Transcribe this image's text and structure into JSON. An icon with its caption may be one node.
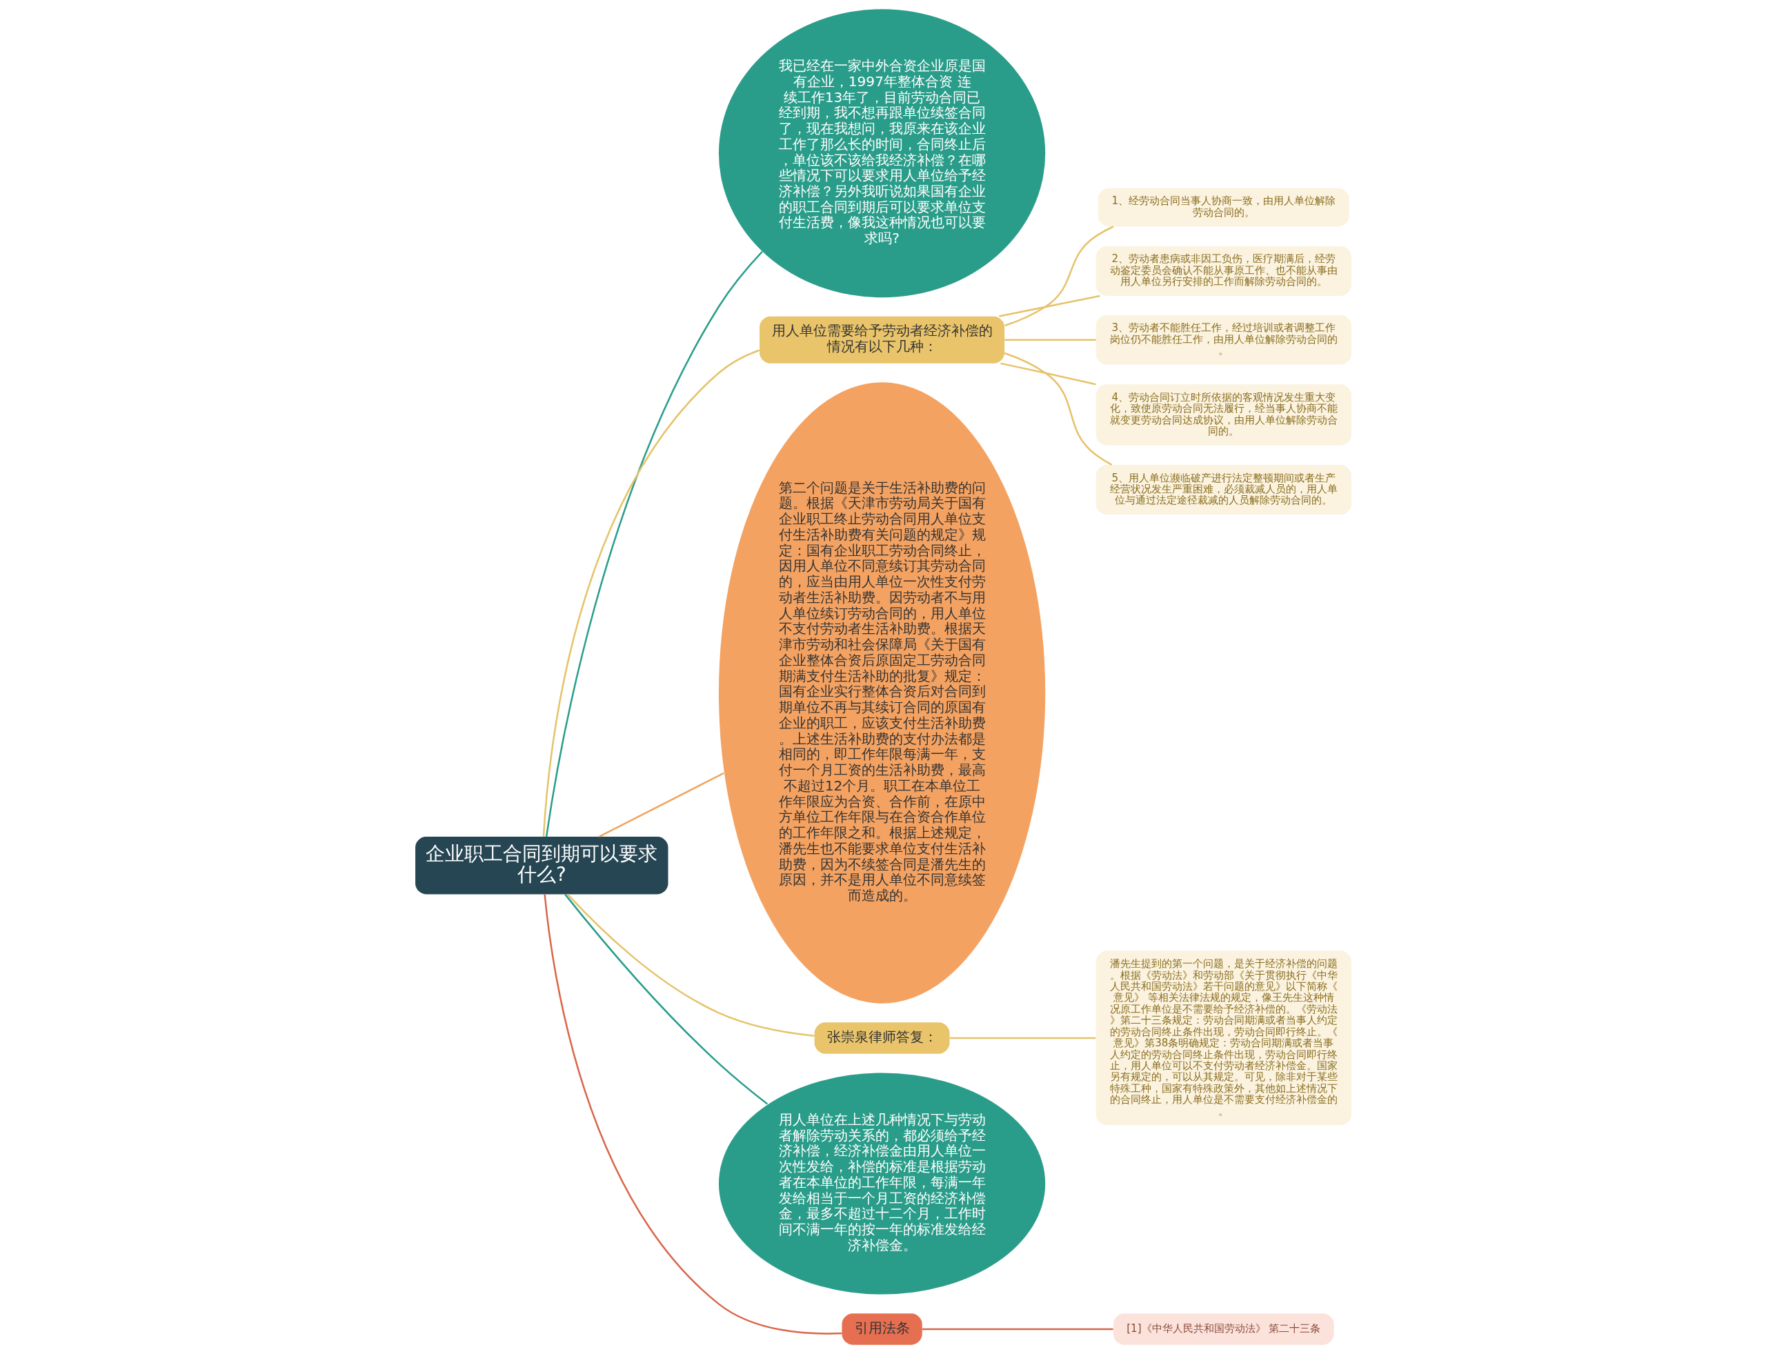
{
  "diagram": {
    "nodes": [
      {
        "text": [
          "企业职工合同到期可以要求什么?"
        ]
      },
      {
        "text": [
          "我已经在一家中外合资企业原是国有企业，1997年整体合资 连续工作13年了，目前劳动合同已经到期，我不想再跟单位续签合同了，现在我想问，我原来在该企业工作了那么长的时间，合同终止后，单位该不该给我经济补偿？在哪些情况下可以要求用人单位给予经济补偿？另外我听说如果国有企业的职工合同到期后可以要求单位支付生活费，像我这种情况也可以要求吗?"
        ]
      },
      {
        "text": [
          "用人单位需要给予劳动者经济补偿的情况有以下几种："
        ]
      },
      {
        "text": [
          "1、经劳动合同当事人协商一致，由用人单位解除劳动合同的。"
        ]
      },
      {
        "text": [
          "2、劳动者患病或非因工负伤，医疗期满后，经劳动鉴定委员会确认不能从事原工作、也不能从事由用人单位另行安排的工作而解除劳动合同的。"
        ]
      },
      {
        "text": [
          "3、劳动者不能胜任工作，经过培训或者调整工作岗位仍不能胜任工作，由用人单位解除劳动合同的。"
        ]
      },
      {
        "text": [
          "4、劳动合同订立时所依据的客观情况发生重大变化，致使原劳动合同无法履行，经当事人协商不能就变更劳动合同达成协议，由用人单位解除劳动合同的。"
        ]
      },
      {
        "text": [
          "5、用人单位濒临破产进行法定整顿期间或者生产经营状况发生严重困难，必须裁减人员的，用人单位与通过法定途径裁减的人员解除劳动合同的。"
        ]
      },
      {
        "text": [
          "第二个问题是关于生活补助费的问题。根据《天津市劳动局关于国有企业职工终止劳动合同用人单位支付生活补助费有关问题的规定》规定：国有企业职工劳动合同终止，因用人单位不同意续订其劳动合同的，应当由用人单位一次性支付劳动者生活补助费。因劳动者不与用人单位续订劳动合同的，用人单位不支付劳动者生活补助费。根据天津市劳动和社会保障局《关于国有企业整体合资后原固定工劳动合同期满支付生活补助的批复》规定：国有企业实行整体合资后对合同到期单位不再与其续订合同的原国有企业的职工，应该支付生活补助费。上述生活补助费的支付办法都是相同的，即工作年限每满一年，支付一个月工资的生活补助费，最高不超过12个月。职工在本单位工作年限应为合资、合作前，在原中方单位工作年限与在合资合作单位的工作年限之和。根据上述规定，潘先生也不能要求单位支付生活补助费，因为不续签合同是潘先生的原因，并不是用人单位不同意续签而造成的。"
        ]
      },
      {
        "text": [
          "张崇泉律师答复："
        ]
      },
      {
        "text": [
          "潘先生提到的第一个问题，是关于经济补偿的问题。根据《劳动法》和劳动部《关于贯彻执行《中华人民共和国劳动法》若干问题的意见》以下简称《意见》 等相关法律法规的规定，像王先生这种情况原工作单位是不需要给予经济补偿的。《劳动法》第二十三条规定：劳动合同期满或者当事人约定的劳动合同终止条件出现，劳动合同即行终止。《意见》第38条明确规定：劳动合同期满或者当事人约定的劳动合同终止条件出现，劳动合同即行终止，用人单位可以不支付劳动者经济补偿金。国家另有规定的，可以从其规定。可见，除非对于某些特殊工种，国家有特殊政策外，其他如上述情况下的合同终止，用人单位是不需要支付经济补偿金的。"
        ]
      },
      {
        "text": [
          "用人单位在上述几种情况下与劳动者解除劳动关系的，都必须给予经济补偿，经济补偿金由用人单位一次性发给，补偿的标准是根据劳动者在本单位的工作年限，每满一年发给相当于一个月工资的经济补偿金，最多不超过十二个月，工作时间不满一年的按一年的标准发给经济补偿金。"
        ]
      },
      {
        "text": [
          "引用法条"
        ]
      },
      {
        "text": [
          "[1]《中华人民共和国劳动法》 第二十三条"
        ]
      }
    ],
    "edges": [
      {
        "from": 0,
        "to": 1,
        "arrow": "none",
        "color": "#2a9d8a"
      },
      {
        "from": 0,
        "to": 2,
        "arrow": "none"
      },
      {
        "from": 2,
        "to": 3,
        "arrow": "none"
      },
      {
        "from": 2,
        "to": 4,
        "arrow": "none"
      },
      {
        "from": 2,
        "to": 5,
        "arrow": "none"
      },
      {
        "from": 2,
        "to": 6,
        "arrow": "none"
      },
      {
        "from": 2,
        "to": 7,
        "arrow": "none"
      },
      {
        "from": 0,
        "to": 8,
        "arrow": "none",
        "color": "#f0a55f"
      },
      {
        "from": 0,
        "to": 9,
        "arrow": "none"
      },
      {
        "from": 9,
        "to": 10,
        "arrow": "none"
      },
      {
        "from": 0,
        "to": 11,
        "arrow": "none",
        "color": "#2a9d8a"
      },
      {
        "from": 0,
        "to": 12,
        "arrow": "none",
        "color": "#d9664a"
      },
      {
        "from": 12,
        "to": 13,
        "arrow": "none",
        "color": "#d9664a"
      }
    ]
  }
}
